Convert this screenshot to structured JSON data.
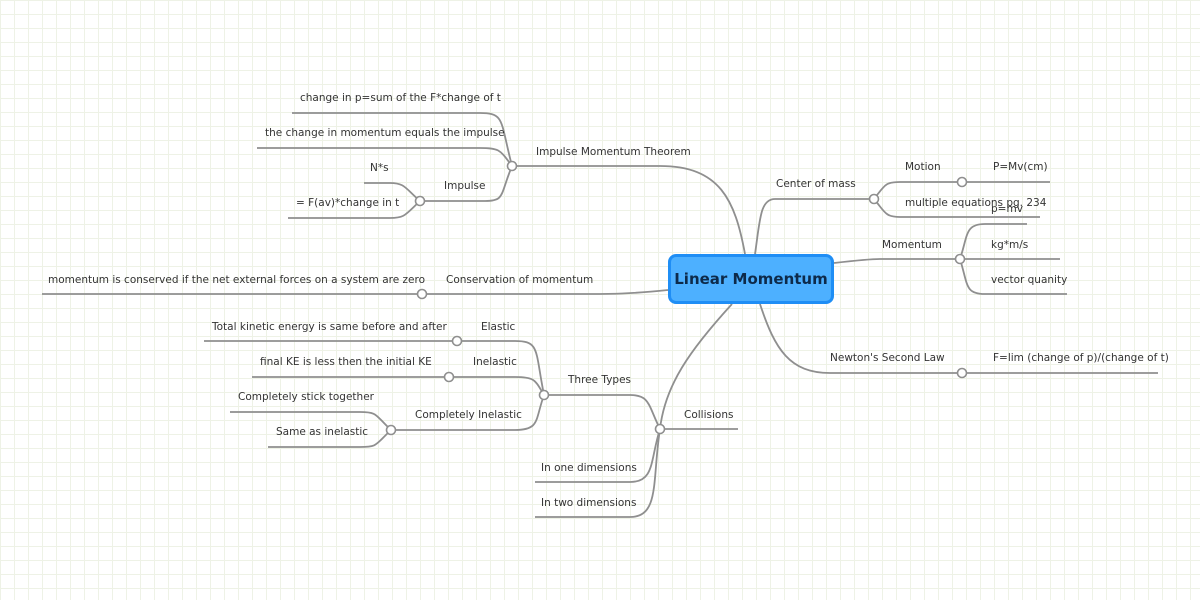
{
  "root": "Linear Momentum",
  "impulse": {
    "title": "Impulse Momentum Theorem",
    "child1": "change in p=sum of the F*change of t",
    "child2": "the change in momentum equals the impulse",
    "impulse_label": "Impulse",
    "ns": "N*s",
    "favg": "= F(av)*change in t"
  },
  "conservation": {
    "title": "Conservation of momentum",
    "child": "momentum is conserved if the net external forces on a system are zero"
  },
  "collisions": {
    "title": "Collisions",
    "three_types": "Three Types",
    "elastic": "Elastic",
    "elastic_desc": "Total kinetic energy is same before and after",
    "inelastic": "Inelastic",
    "inelastic_desc": "final KE is less then the initial KE",
    "completely_inelastic": "Completely Inelastic",
    "stick": "Completely stick together",
    "same": "Same as inelastic",
    "one_dim": "In one dimensions",
    "two_dim": "In two dimensions"
  },
  "center_of_mass": {
    "title": "Center of mass",
    "motion": "Motion",
    "pmv": "P=Mv(cm)",
    "multiple": "multiple equations pg. 234"
  },
  "momentum": {
    "title": "Momentum",
    "pmv": "p=mv",
    "units": "kg*m/s",
    "vector": "vector quanity"
  },
  "newton": {
    "title": "Newton's Second Law",
    "formula": "F=lim (change of p)/(change of t)"
  }
}
